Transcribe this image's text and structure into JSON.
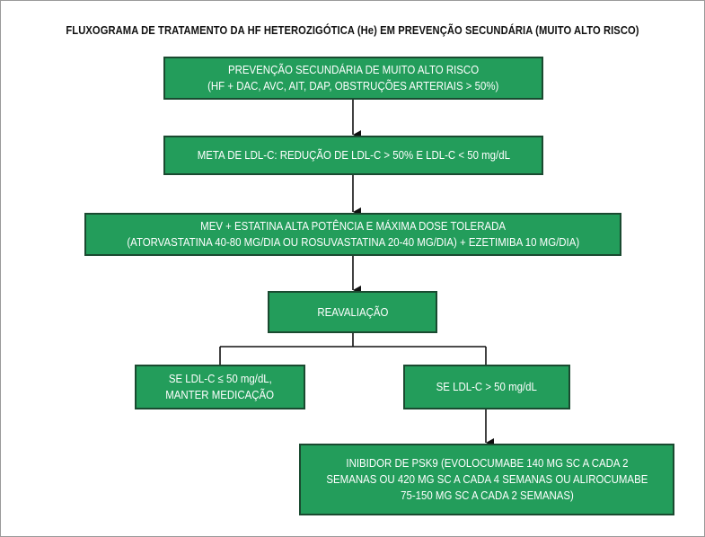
{
  "title": "FLUXOGRAMA DE TRATAMENTO DA HF HETEROZIGÓTICA (He) EM PREVENÇÃO SECUNDÁRIA (MUITO ALTO RISCO)",
  "nodes": {
    "prevencao": {
      "line1": "PREVENÇÃO SECUNDÁRIA DE MUITO ALTO RISCO",
      "line2": "(HF + DAC, AVC, AIT, DAP, OBSTRUÇÕES ARTERIAIS > 50%)"
    },
    "meta": {
      "line1": "META DE LDL-C: REDUÇÃO DE LDL-C > 50% E LDL-C < 50 mg/dL"
    },
    "tratamento": {
      "line1": "MEV + ESTATINA ALTA POTÊNCIA E MÁXIMA DOSE TOLERADA",
      "line2": "(ATORVASTATINA 40-80 MG/DIA OU ROSUVASTATINA 20-40 MG/DIA) + EZETIMIBA 10 MG/DIA)"
    },
    "reavaliacao": {
      "line1": "REAVALIAÇÃO"
    },
    "manter": {
      "line1": "SE LDL-C ≤ 50 mg/dL,",
      "line2": "MANTER MEDICAÇÃO"
    },
    "maior": {
      "line1": "SE LDL-C > 50 mg/dL"
    },
    "pcsk9": {
      "line1": "INIBIDOR DE PSK9 (EVOLOCUMABE 140 MG SC A CADA 2",
      "line2": "SEMANAS OU 420 MG SC A CADA 4 SEMANAS OU ALIROCUMABE",
      "line3": "75-150 MG SC A CADA 2 SEMANAS)"
    }
  },
  "colors": {
    "box_fill": "#239d5b",
    "box_border": "#1a4a30",
    "text": "#ffffff",
    "connector": "#111111"
  }
}
